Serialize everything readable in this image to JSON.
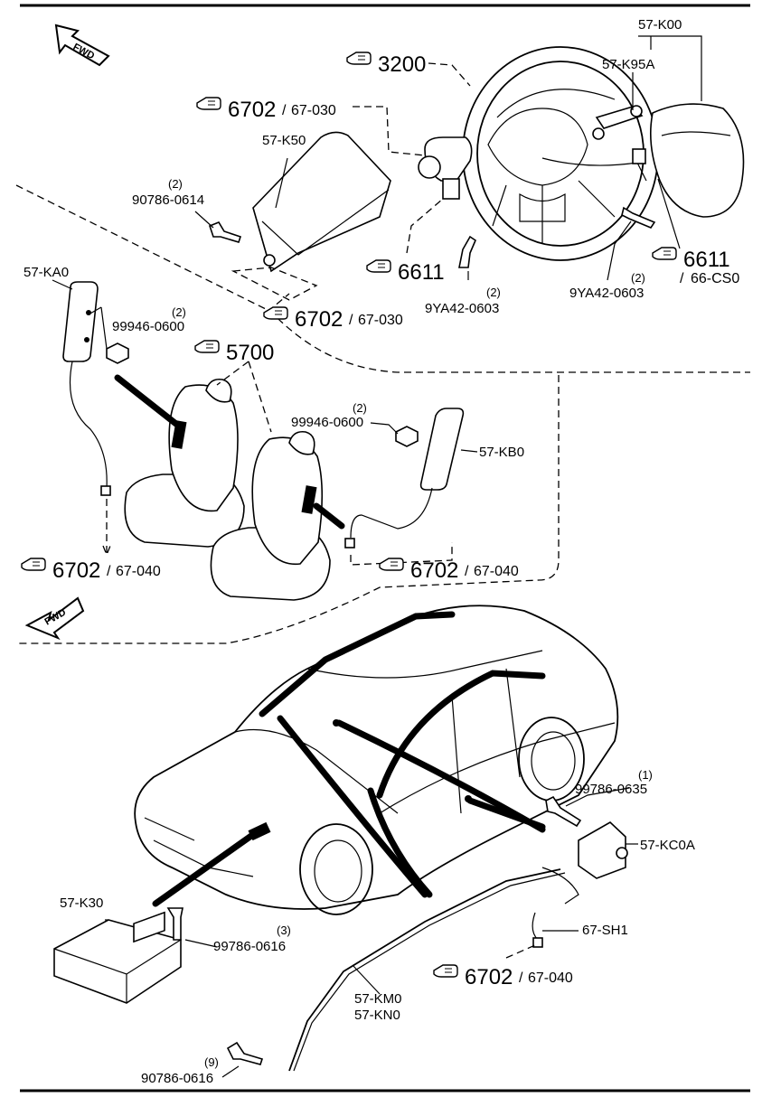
{
  "fwd_arrow_label": "FWD",
  "callouts": {
    "steering_wheel": {
      "ref": "3200"
    },
    "airbag_module_ref": {
      "ref": "6702",
      "sub": "67-030"
    },
    "airbag_module_ref2": {
      "ref": "6702",
      "sub": "67-030"
    },
    "clock_spring": {
      "ref": "6611"
    },
    "driver_airbag_ref": {
      "ref": "6611",
      "sub": "66-CS0"
    },
    "seat": {
      "ref": "5700"
    },
    "seat_left_wiring": {
      "ref": "6702",
      "sub": "67-040"
    },
    "seat_right_wiring": {
      "ref": "6702",
      "sub": "67-040"
    },
    "curtain_wiring": {
      "ref": "6702",
      "sub": "67-040"
    }
  },
  "parts": {
    "k00": "57-K00",
    "k95a": "57-K95A",
    "k50": "57-K50",
    "bolt_0614": {
      "number": "90786-0614",
      "qty": "(2)"
    },
    "bolt_0603_a": {
      "number": "9YA42-0603",
      "qty": "(2)"
    },
    "bolt_0603_b": {
      "number": "9YA42-0603",
      "qty": "(2)"
    },
    "ka0": "57-KA0",
    "nut_0600_a": {
      "number": "99946-0600",
      "qty": "(2)"
    },
    "nut_0600_b": {
      "number": "99946-0600",
      "qty": "(2)"
    },
    "kb0": "57-KB0",
    "bolt_0635": {
      "number": "99786-0635",
      "qty": "(1)"
    },
    "kc0a": "57-KC0A",
    "k30": "57-K30",
    "bolt_0616_a": {
      "number": "99786-0616",
      "qty": "(3)"
    },
    "sh1": "67-SH1",
    "km0": "57-KM0",
    "kn0": "57-KN0",
    "bolt_0616_b": {
      "number": "90786-0616",
      "qty": "(9)"
    }
  }
}
